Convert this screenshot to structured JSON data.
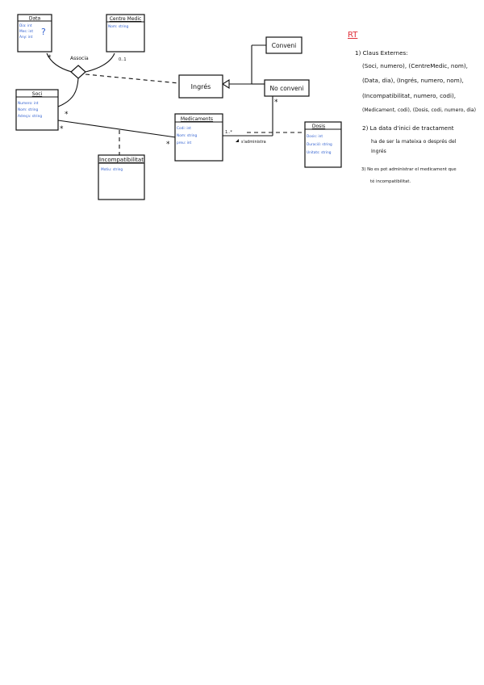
{
  "classes": {
    "data": {
      "title": "Data",
      "attrs": [
        "Dia: int",
        "Mes: int",
        "Any: int"
      ],
      "mark": "?"
    },
    "centre": {
      "title": "Centre Medic",
      "attrs": [
        "Nom: string"
      ]
    },
    "soci": {
      "title": "Soci",
      "attrs": [
        "Numero: int",
        "Nom: string",
        "Adreça: string"
      ]
    },
    "medicaments": {
      "title": "Medicaments",
      "attrs": [
        "Codi: int",
        "Nom: string",
        "preu: int"
      ]
    },
    "dosis": {
      "title": "Dosis",
      "attrs": [
        "Dosis: int",
        "Duració: string",
        "Unitats: string"
      ]
    },
    "incompatibilitat": {
      "title": "Incompatibilitat",
      "attrs": [
        "Motiu: string"
      ]
    },
    "ingres": {
      "title": "Ingrés"
    },
    "conveni": {
      "title": "Conveni"
    },
    "noconveni": {
      "title": "No conveni"
    }
  },
  "labels": {
    "associa": "Associa",
    "sadministra": "s'administra"
  },
  "multiplicities": {
    "data_assoc": "*",
    "centre_assoc": "0..1",
    "soci_assoc": "*",
    "soci_med": "*",
    "med_soci": "*",
    "med_noconveni": "1..*",
    "noconveni_med": "*"
  },
  "notes": {
    "header": "RT",
    "lines": [
      "1) Claus Externes:",
      "(Soci, numero), (CentreMedic, nom),",
      "(Data, dia), (Ingrés, numero, nom),",
      "(Incompatibilitat, numero, codi),",
      "(Medicament, codi), (Dosis, codi, numero, dia)",
      "2) La data d'inici de tractament",
      "ha de ser la mateixa o després del",
      "Ingrés",
      "3) No es pot administrar el medicament que",
      "té incompatibilitat."
    ]
  }
}
